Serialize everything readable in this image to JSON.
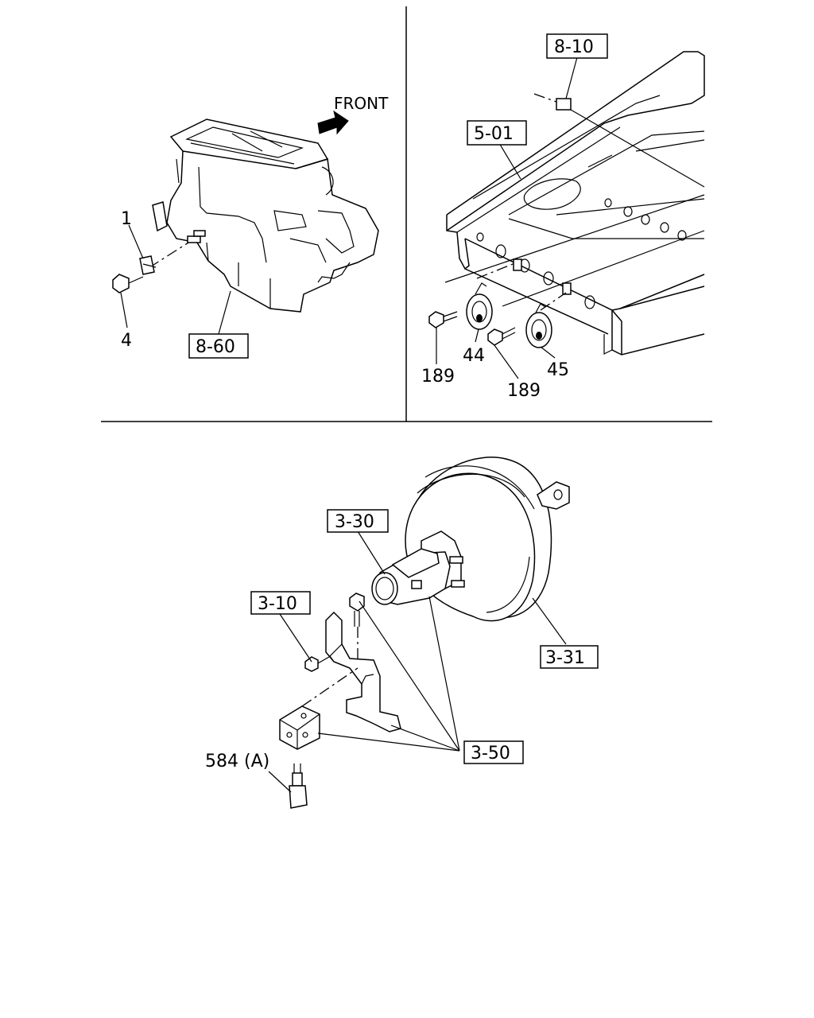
{
  "direction_label": "FRONT",
  "top_left": {
    "ref_box": "8-60",
    "callouts": [
      "1",
      "4"
    ]
  },
  "top_right": {
    "ref_boxes": [
      "8-10",
      "5-01"
    ],
    "callouts": [
      "189",
      "44",
      "189",
      "45"
    ]
  },
  "bottom": {
    "ref_boxes": [
      "3-30",
      "3-10",
      "3-31",
      "3-50"
    ],
    "callouts": [
      "584 (A)"
    ]
  }
}
